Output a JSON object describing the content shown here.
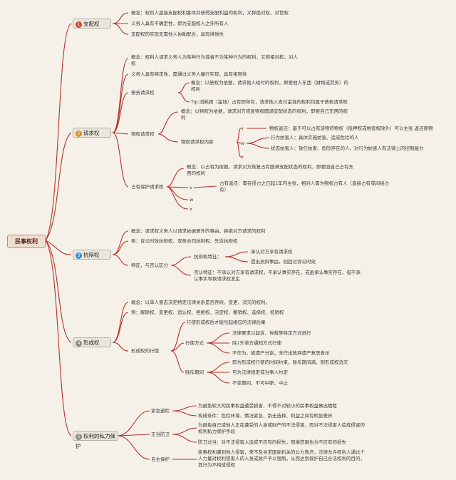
{
  "root": "民事权利",
  "b1": {
    "num": "1",
    "title": "支配权",
    "color": "#d9443b",
    "items": [
      "概念：权利人直接支配权利客体并获得支配利益的权利，又称绝对权，对世权",
      "义务人具有不确定性，即为支配权人之外所有人",
      "支配权的实现无需他人协助配合，具有排他性"
    ]
  },
  "b2": {
    "num": "2",
    "title": "请求权",
    "color": "#e08a2a",
    "concept": "概念：权利人请求义务人为某种行为或者不为某种行为的权利，又称相对权，对人权",
    "duty": "义务人具有特定性，需通过义务人履行实现，具有相容性",
    "debt": {
      "label": "债务请求权",
      "items": [
        "概念：以债权为依据，请求他人给付的权利，即要他人东西（财物或劳务）的权利",
        "Tip:消耗物（金钱）占有即所有，请求他人支付金钱的权利均属于债权请求权"
      ]
    },
    "prop": {
      "label": "物权请求权",
      "concept": "概念：以物权为依据，请求对方恢复物权圆满支配状态的权利，即要自己东西的权利",
      "content": "物权请求权内容",
      "v": "v",
      "w": "w",
      "x": "x",
      "vtext": "物权返还：基于可以占有该物的物权（抵押权或地役权除外）可以主张 返还原物",
      "wtexts": [
        "行为妨害人：具体实施妨害、造成危险的人",
        "状态妨害人：放任妨害、危险存在的人，对行为妨害人有法律上的控制能力"
      ]
    },
    "poss": {
      "label": "占有保护请求权",
      "concept": "概念：以占有为依据，请求对方恢复占有圆满支配状态的权利，即要回自己占有东西的权利",
      "v": "v",
      "w": "w",
      "x": "x",
      "vtext": "占有返还：需在侵占之日起1年内主张，相对人需为物权占有人（直接占有或间接占有）"
    }
  },
  "b3": {
    "num": "3",
    "title": "抗辩权",
    "color": "#3a8fd6",
    "concept": "概念：请求权义务人以请求依据意外的事由，拒绝对方请求的权利",
    "examples": "例：诉讼时效抗辩权、双务合同抗辩权、先诉抗辩权",
    "feature": "特征，与否认区分",
    "def_feature": "抗辩权特征：",
    "def_items": [
      "承认对方享有请求权",
      "提出抗辩事由，如超过诉讼时效"
    ],
    "deny": "否认特征：不承认对方享有请求权，不承认事实存在，或虽承认事实存在，但不承认事实导致请求权发生"
  },
  "b4": {
    "num": "4",
    "title": "形成权",
    "color": "#8a8a8a",
    "concept": "概念：以单人意志决定特定法律关系是否存续、变更、消灭的权利。",
    "examples": "例：解除权、变更权、追认权、拒绝权、决定权、撤销权、选择权、抵销权",
    "exercise": "形成权的行使",
    "note": "行使形成权后才能引起相应的法律后果",
    "way": "行使方式",
    "way_items": [
      "法律要求以起诉、仲裁等特定方式进行",
      "除1外单方通知方式行使",
      "不作为，如遗产分割，未作出放弃遗产意思表示"
    ],
    "period": "除斥期间",
    "period_items": [
      "即为形成权行使的时间约束，除斥期间满，则形成权消灭",
      "可为法律规定或当事人约定",
      "不变期间，不可中断、中止"
    ]
  },
  "b5": {
    "num": "5",
    "title": "权利的私力保护",
    "color": "#8a8a8a",
    "emergency": "紧急避险",
    "emergency_items": [
      "为避免较大的民事权益遭受损害，不得不对较小的民事权益做出牺牲",
      "构成条件：危险环境、情况紧急、别无选择、利益之间有明显差异"
    ],
    "defense": "正当防卫",
    "defense_items": [
      "为避免自己或他人正在遭受的人身或财产的不法侵害，而对不法侵害人造成侵害的权利私力保护手段",
      "防卫过当：对不法侵害人造成不应有的损失，赔偿范围也为不应有的损失"
    ],
    "self": "自主保护",
    "self_text": "民事权利遭到他人侵害，来不及寻求国家机关的公力救济，法律允许权利人通过个人力量对权利侵害人的人身或财产予以强制，从而达到保护自己合法权利的目的，其行为不构成侵权"
  }
}
